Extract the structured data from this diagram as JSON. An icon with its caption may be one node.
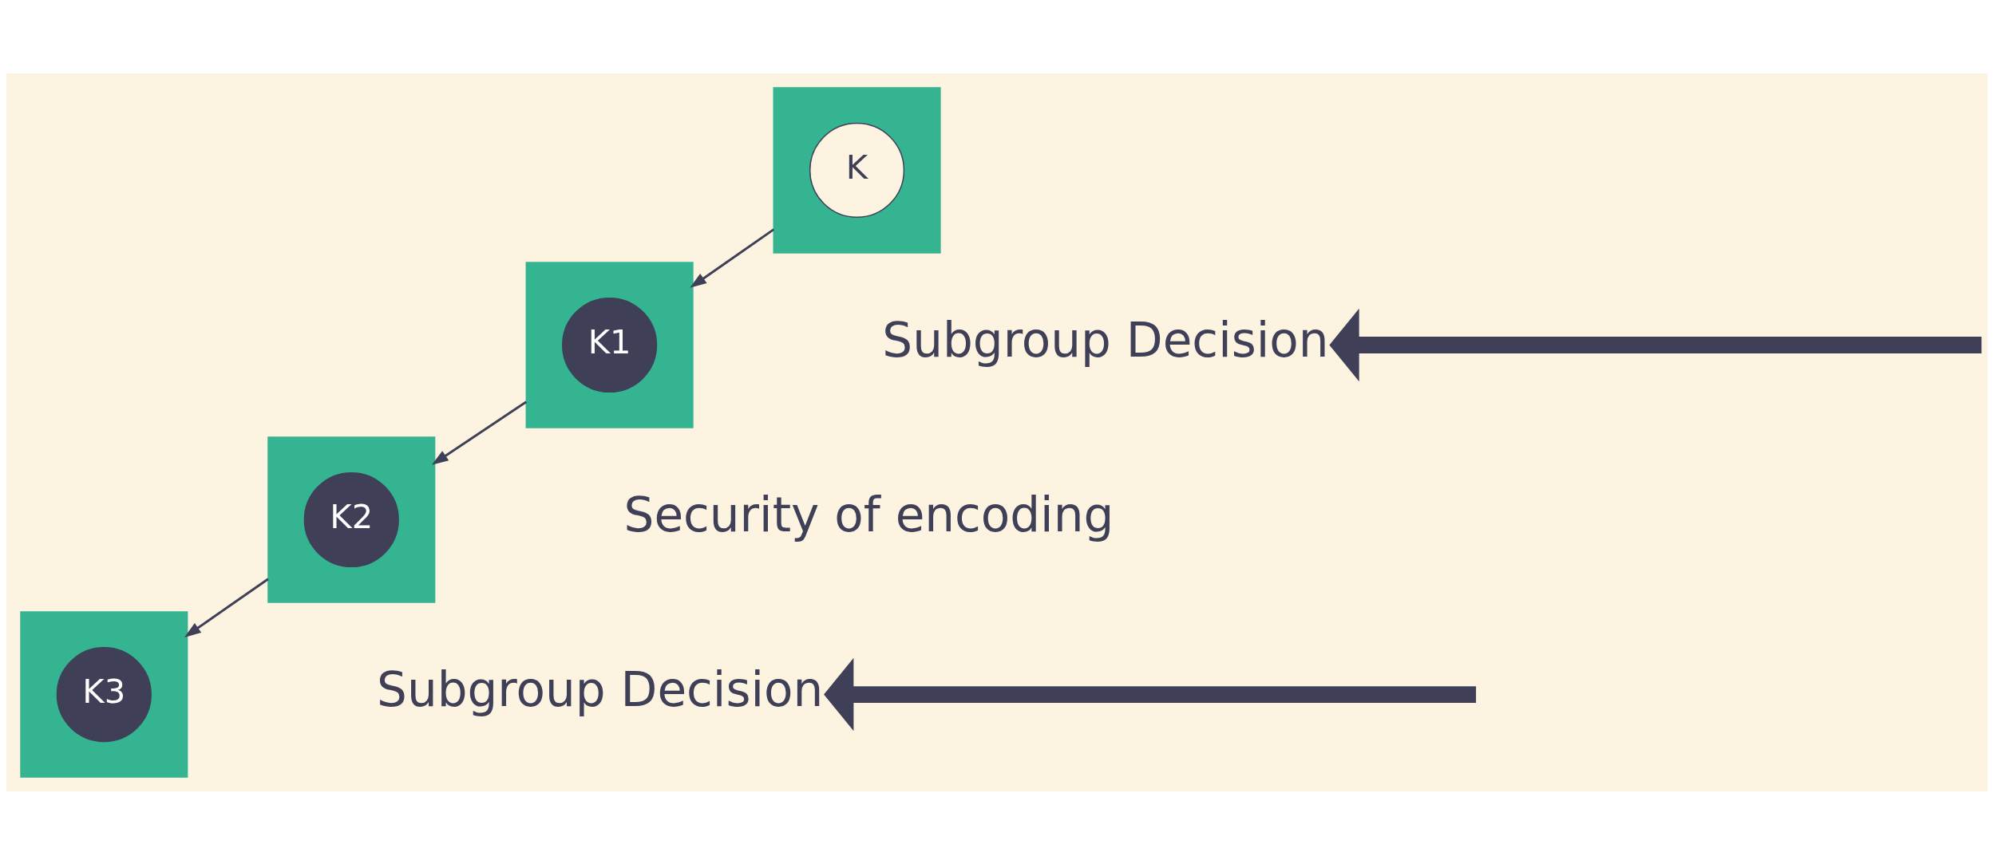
{
  "diagram": {
    "nodes": [
      {
        "text": [],
        "shape": "band"
      },
      {
        "text": [
          "K"
        ],
        "in": 0
      },
      {
        "text": [],
        "shape": "band"
      },
      {
        "text": [
          "K1"
        ],
        "in": 2
      },
      {
        "text": [],
        "shape": "band"
      },
      {
        "text": [
          "K2"
        ],
        "in": 4
      },
      {
        "text": [],
        "shape": "band"
      },
      {
        "text": [
          "K3"
        ],
        "in": 6
      },
      {
        "text": [
          "Subgroup Decision"
        ]
      },
      {
        "text": [
          "Security of encoding"
        ]
      },
      {
        "text": [
          "Subgroup Decision"
        ]
      }
    ],
    "edges": [
      {
        "from": 0,
        "to": 2,
        "arrow": "to"
      },
      {
        "from": 2,
        "to": 4,
        "arrow": "to"
      },
      {
        "from": 4,
        "to": 6,
        "arrow": "to"
      },
      {
        "from": null,
        "to": 8,
        "arrow": "to",
        "style": "thick"
      },
      {
        "from": null,
        "to": 10,
        "arrow": "to",
        "style": "thick"
      }
    ]
  }
}
